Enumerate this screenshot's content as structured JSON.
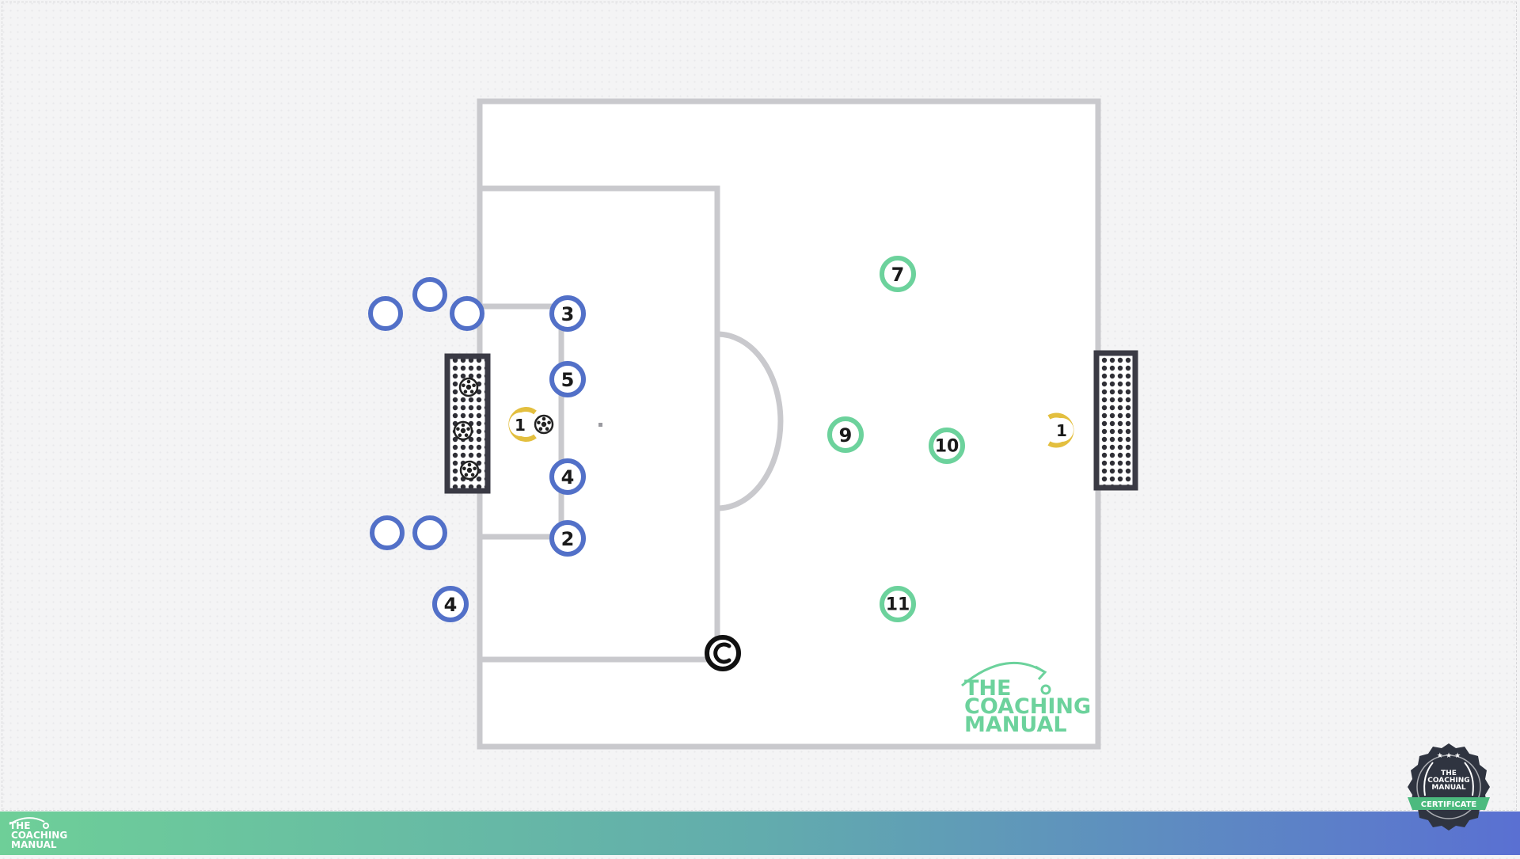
{
  "brand": {
    "name_lines": [
      "THE",
      "COACHING",
      "MANUAL"
    ],
    "badge_label": "CERTIFICATE"
  },
  "colors": {
    "pitch_line": "#c9c9cd",
    "blue_team": "#5270c8",
    "green_team": "#6cd29c",
    "goalkeeper": "#e3bf3f",
    "goal_frame": "#3a3a44",
    "brand_green": "#6cd29c"
  },
  "players": {
    "blue": [
      {
        "num": "3"
      },
      {
        "num": "5"
      },
      {
        "num": "4"
      },
      {
        "num": "2"
      },
      {
        "num": "4"
      }
    ],
    "green": [
      {
        "num": "7"
      },
      {
        "num": "9"
      },
      {
        "num": "10"
      },
      {
        "num": "11"
      }
    ],
    "goalkeepers": [
      {
        "num": "1"
      },
      {
        "num": "1"
      }
    ]
  },
  "icons": {
    "coach": "coach-c-icon",
    "ball": "soccer-ball-icon"
  }
}
